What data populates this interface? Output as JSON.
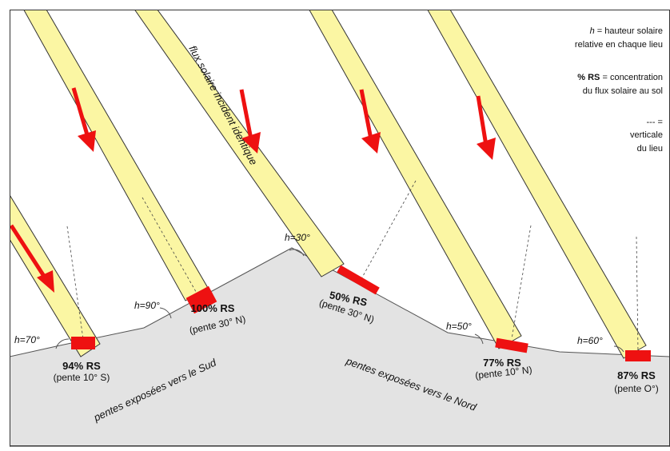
{
  "diagram": {
    "incident_label": "flux solaire incident identique",
    "legend": {
      "h_symbol": "h",
      "h_def_line1": "= hauteur solaire",
      "h_def_line2": "relative en chaque lieu",
      "rs_symbol": "% RS",
      "rs_def_line1": "= concentration",
      "rs_def_line2": "du flux solaire au sol",
      "vertical_symbol": "--- =",
      "vertical_line1": "verticale",
      "vertical_line2": "du lieu"
    },
    "slope_labels": {
      "south": "pentes exposées vers le Sud",
      "north": "pentes exposées vers le Nord"
    },
    "sites": [
      {
        "h_label": "h=70°",
        "rs_label": "94% RS",
        "slope_label": "(pente 10° S)",
        "h": 70,
        "rs_percent": 94
      },
      {
        "h_label": "h=90°",
        "rs_label": "100% RS",
        "slope_label": "(pente 30° N)",
        "h": 90,
        "rs_percent": 100
      },
      {
        "h_label": "h=30°",
        "rs_label": "50% RS",
        "slope_label": "(pente 30° N)",
        "h": 30,
        "rs_percent": 50
      },
      {
        "h_label": "h=50°",
        "rs_label": "77% RS",
        "slope_label": "(pente 10° N)",
        "h": 50,
        "rs_percent": 77
      },
      {
        "h_label": "h=60°",
        "rs_label": "87% RS",
        "slope_label": "(pente O°)",
        "h": 60,
        "rs_percent": 87
      }
    ],
    "colors": {
      "beam_fill": "#fbf6a3",
      "beam_stroke": "#333333",
      "arrow": "#ee1111",
      "ground": "#e3e3e3",
      "patch": "#ee1111"
    }
  }
}
